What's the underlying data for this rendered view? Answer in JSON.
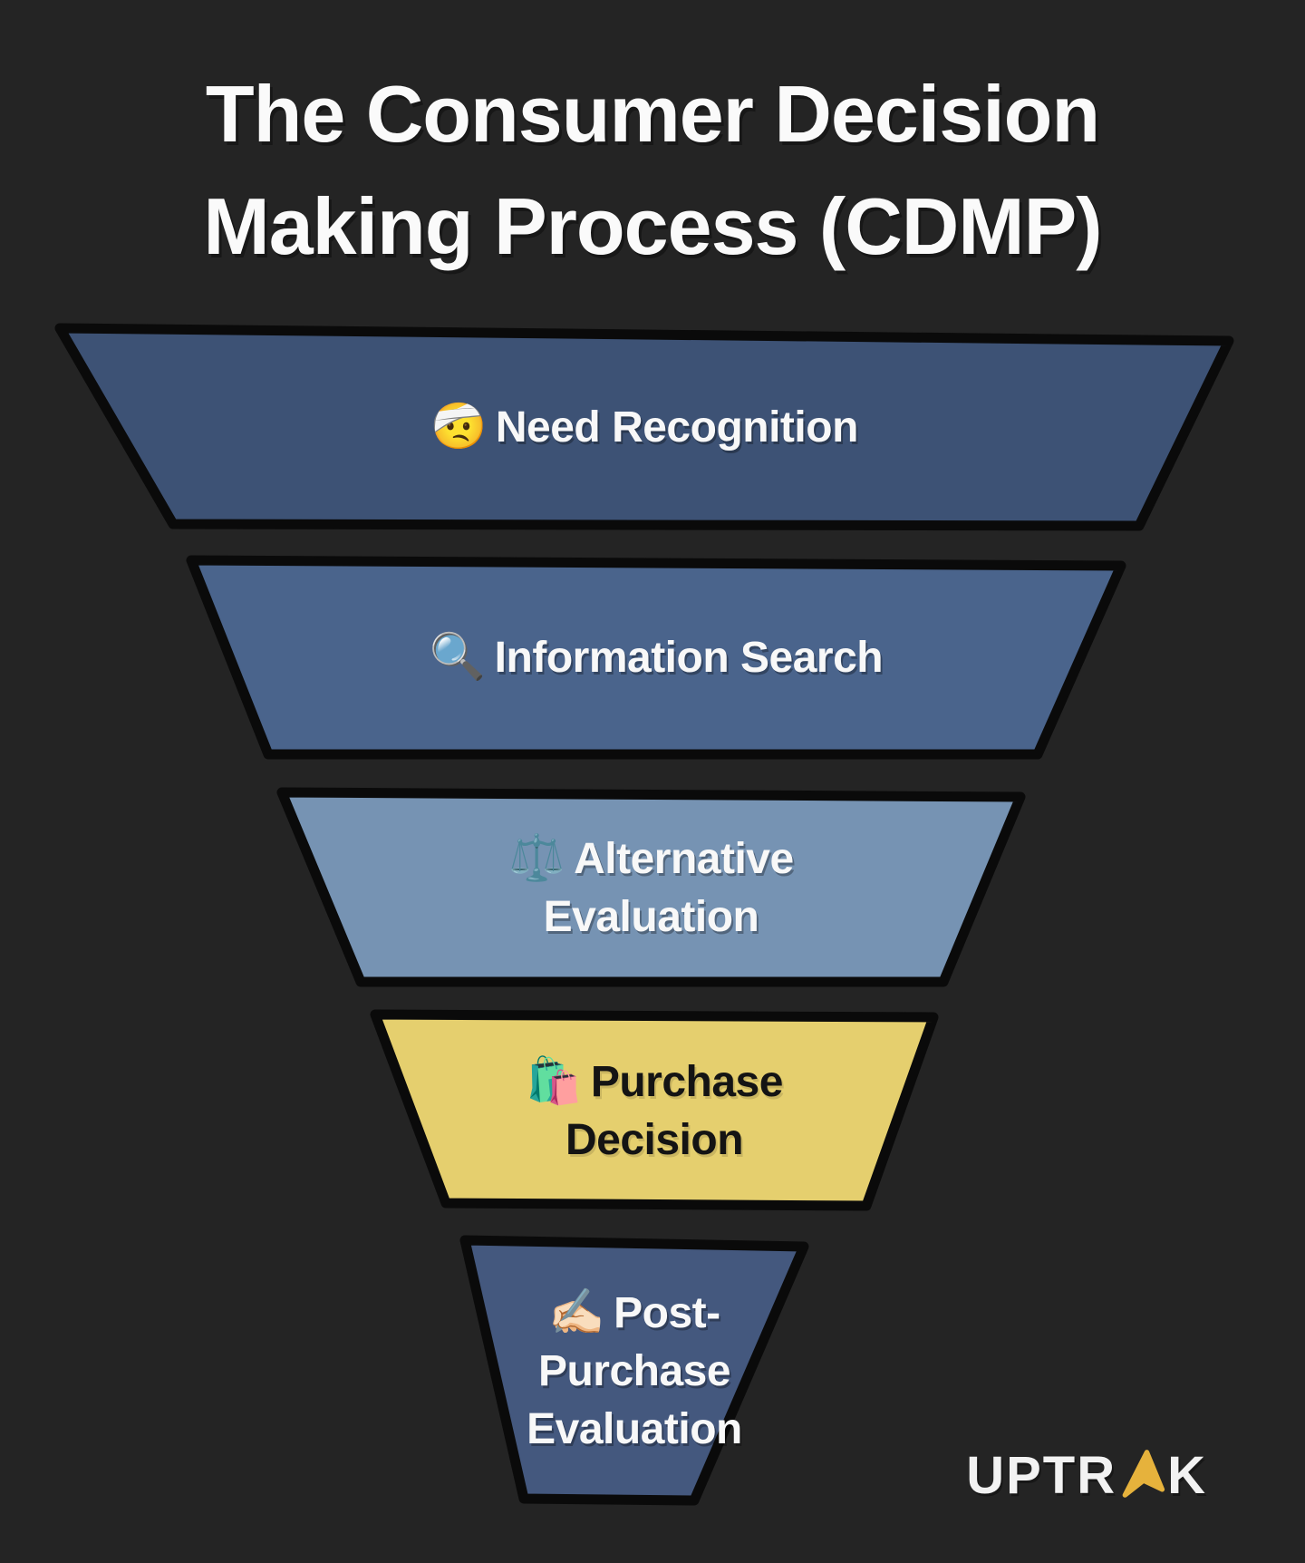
{
  "title": {
    "full": "The Consumer Decision Making Process (CDMP)",
    "line1": "The Consumer Decision",
    "line2": "Making Process (CDMP)"
  },
  "stages": [
    {
      "emoji": "🤕",
      "icon": "bandaged-face-icon",
      "label": "Need Recognition",
      "fill": "#3D5275",
      "text_color": "#F8F8F8"
    },
    {
      "emoji": "🔍",
      "icon": "magnifying-glass-icon",
      "label": "Information Search",
      "fill": "#4A648C",
      "text_color": "#F8F8F8"
    },
    {
      "emoji": "⚖️",
      "icon": "balance-scale-icon",
      "label": "Alternative Evaluation",
      "fill": "#7693B3",
      "text_color": "#F8F8F8"
    },
    {
      "emoji": "🛍️",
      "icon": "shopping-bags-icon",
      "label": "Purchase Decision",
      "fill": "#E5CF6E",
      "text_color": "#141414"
    },
    {
      "emoji": "✍🏻",
      "icon": "writing-hand-icon",
      "label": "Post-Purchase Evaluation",
      "fill": "#44587E",
      "text_color": "#F8F8F8"
    }
  ],
  "brand": {
    "name": "UPTRAK",
    "prefix": "UPTR",
    "suffix": "K",
    "arrow_icon": "cursor-arrow-icon",
    "arrow_color": "#E6B23C",
    "text_color": "#F2F2F2"
  },
  "colors": {
    "background": "#242424",
    "outline": "#0A0A0A",
    "title_text": "#FAFAFA"
  }
}
